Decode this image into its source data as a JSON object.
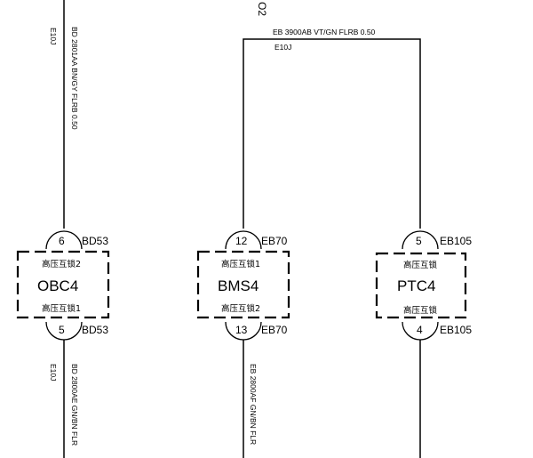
{
  "wires": {
    "obc_top": {
      "label": "BD 2801AA BN/GY FLRB 0.50",
      "location": "E10J"
    },
    "obc_bottom": {
      "label": "BD 2800AE GN/BN FLR",
      "location": "E10J"
    },
    "bms_ptc_top": {
      "label": "EB 3900AB VT/GN FLRB 0.50",
      "location": "E10J"
    },
    "bms_bottom": {
      "label": "EB 2800AF GN/BN FLR"
    },
    "top_fragment": "O2"
  },
  "components": [
    {
      "name": "OBC4",
      "pin_top": {
        "number": "6",
        "connector": "BD53"
      },
      "pin_bottom": {
        "number": "5",
        "connector": "BD53"
      },
      "label_top": "高压互锁2",
      "label_bottom": "高压互锁1"
    },
    {
      "name": "BMS4",
      "pin_top": {
        "number": "12",
        "connector": "EB70"
      },
      "pin_bottom": {
        "number": "13",
        "connector": "EB70"
      },
      "label_top": "高压互锁1",
      "label_bottom": "高压互锁2"
    },
    {
      "name": "PTC4",
      "pin_top": {
        "number": "5",
        "connector": "EB105"
      },
      "pin_bottom": {
        "number": "4",
        "connector": "EB105"
      },
      "label_top": "高压互锁",
      "label_bottom": "高压互锁"
    }
  ]
}
